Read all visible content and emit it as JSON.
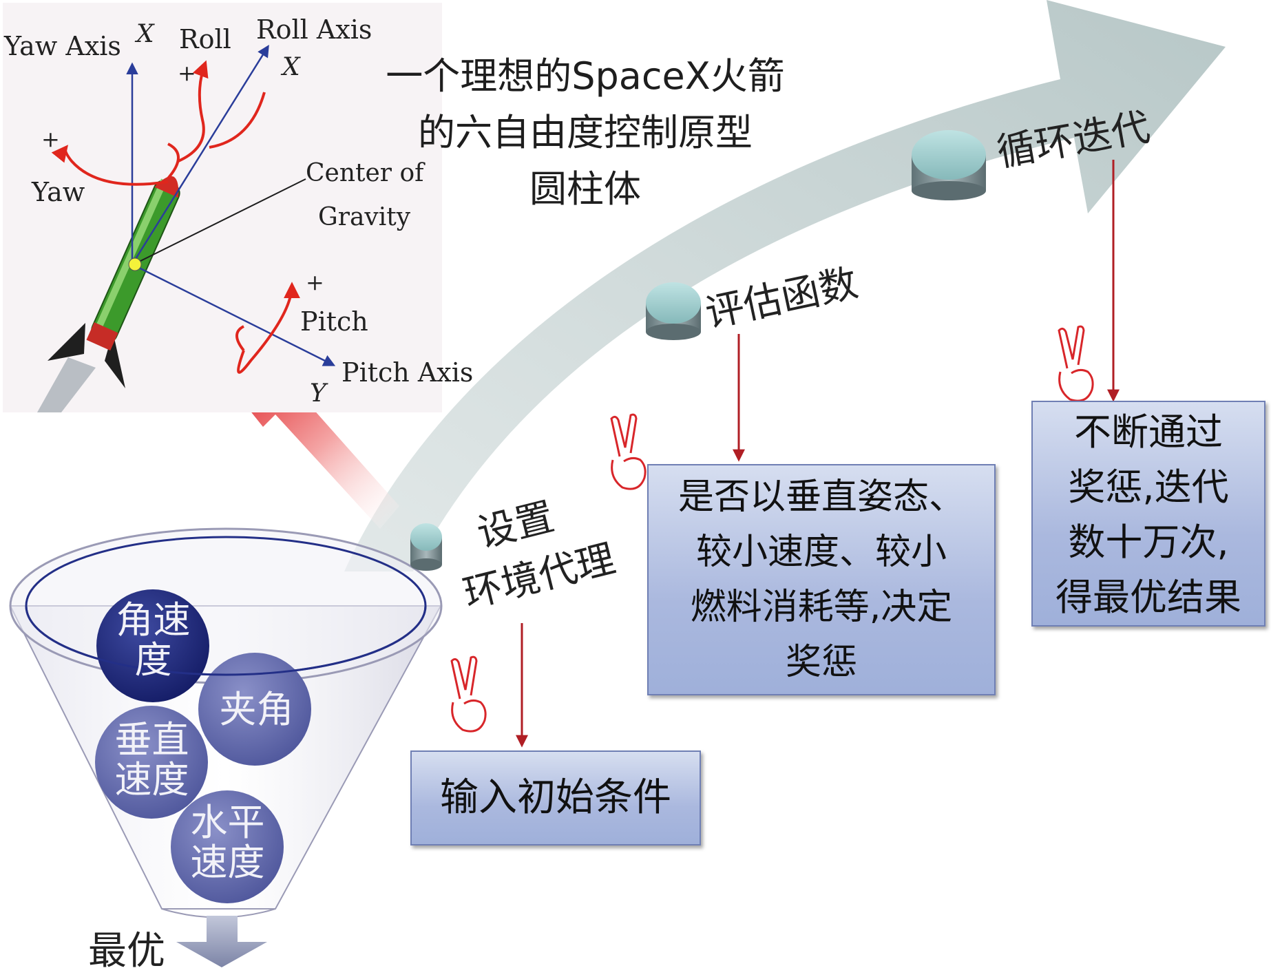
{
  "rocket_diagram": {
    "yaw_axis": "Yaw Axis",
    "yaw_axis_var": "X",
    "roll": "Roll",
    "roll_plus": "+",
    "roll_axis": "Roll Axis",
    "roll_axis_var": "X",
    "yaw_plus": "+",
    "yaw": "Yaw",
    "center_of_gravity_line1": "Center of",
    "center_of_gravity_line2": "Gravity",
    "pitch_plus": "+",
    "pitch": "Pitch",
    "pitch_axis": "Pitch Axis",
    "pitch_axis_var": "Y"
  },
  "title": {
    "line1": "一个理想的SpaceX火箭",
    "line2": "的六自由度控制原型",
    "line3": "圆柱体"
  },
  "stages": {
    "step1_line1": "设置",
    "step1_line2": "环境代理",
    "step2": "评估函数",
    "step3": "循环迭代"
  },
  "boxes": {
    "input": "输入初始条件",
    "reward_lines": [
      "是否以垂直姿态、",
      "较小速度、较小",
      "燃料消耗等,决定",
      "奖惩"
    ],
    "result_lines": [
      "不断通过",
      "奖惩,迭代",
      "数十万次,",
      "得最优结果"
    ]
  },
  "funnel": {
    "balls": [
      {
        "line1": "角速",
        "line2": "度"
      },
      {
        "line1": "夹角",
        "line2": ""
      },
      {
        "line1": "垂直",
        "line2": "速度"
      },
      {
        "line1": "水平",
        "line2": "速度"
      }
    ],
    "output": "最优"
  },
  "colors": {
    "arrow_red": "#b01e24",
    "big_arrow": "#cdd8d8",
    "box_border": "#6f7fb4",
    "ball_dark": "#1c2a7a",
    "ball_light": "#5b63a8",
    "axis_blue": "#2a3d9a",
    "rotation_red": "#e0261d"
  },
  "icons": [
    "victory-hand-icon",
    "down-arrow-icon",
    "cylinder-icon"
  ]
}
